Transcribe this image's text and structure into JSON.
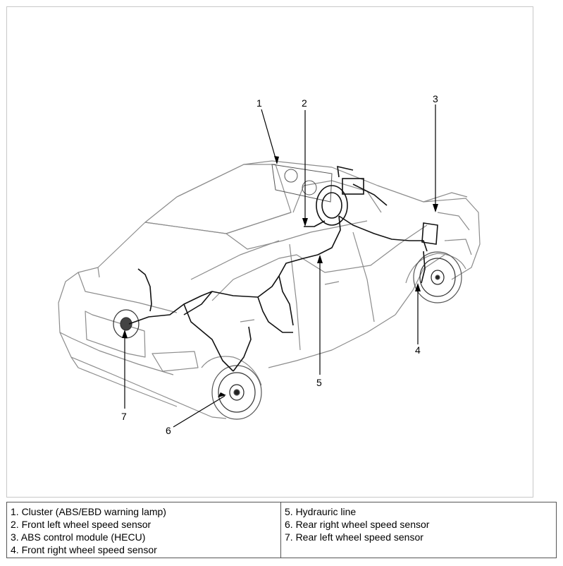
{
  "callouts": {
    "c1": "1",
    "c2": "2",
    "c3": "3",
    "c4": "4",
    "c5": "5",
    "c6": "6",
    "c7": "7"
  },
  "legend": {
    "left": [
      "1. Cluster (ABS/EBD warning lamp)",
      "2. Front left wheel speed sensor",
      "3. ABS control module (HECU)",
      "4. Front right wheel speed sensor"
    ],
    "right": [
      "5. Hydrauric line",
      "6. Rear right wheel speed sensor",
      "7. Rear left wheel speed sensor"
    ]
  }
}
